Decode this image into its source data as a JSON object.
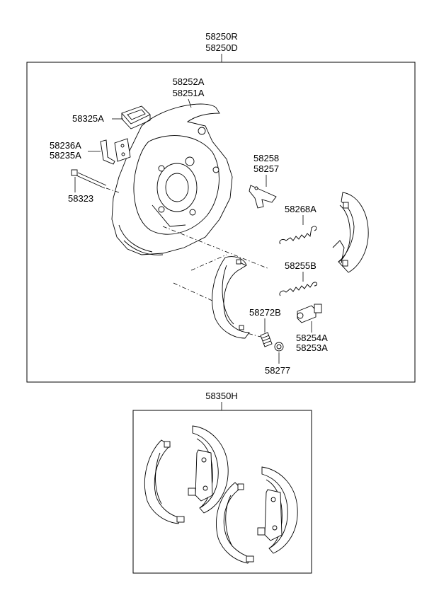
{
  "assembly": {
    "label_r": "58250R",
    "label_d": "58250D"
  },
  "parts": {
    "backing_plate_a": "58252A",
    "backing_plate_b": "58251A",
    "grommet": "58325A",
    "bracket_a": "58236A",
    "bracket_b": "58235A",
    "bolt": "58323",
    "lever_a": "58258",
    "lever_b": "58257",
    "spring_upper": "58268A",
    "spring_lower": "58255B",
    "adjuster_spring": "58272B",
    "adjuster_a": "58254A",
    "adjuster_b": "58253A",
    "nut": "58277"
  },
  "kit": {
    "label": "58350H"
  }
}
